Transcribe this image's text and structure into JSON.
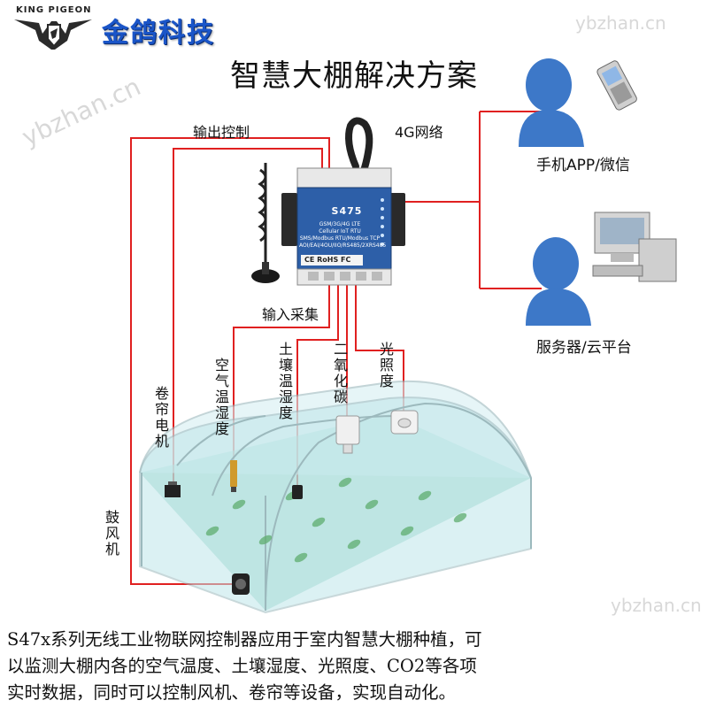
{
  "logo": {
    "brand_en": "KING PIGEON",
    "brand_cn": "金鸽科技"
  },
  "watermarks": {
    "top_right": "ybzhan.cn",
    "left": "ybzhan.cn",
    "bottom_right": "ybzhan.cn"
  },
  "title": "智慧大棚解决方案",
  "labels": {
    "output_control": "输出控制",
    "network": "4G网络",
    "input_collect": "输入采集",
    "mobile": "手机APP/微信",
    "server": "服务器/云平台",
    "air": "空气温湿度",
    "soil": "土壤温湿度",
    "co2": "二氧化碳",
    "light": "光照度",
    "curtain_motor": "卷帘电机",
    "fan": "鼓风机"
  },
  "device": {
    "model": "S475",
    "line1": "GSM/3G/4G LTE",
    "line2": "Cellular IoT RTU",
    "line3": "SMS/Modbus RTU/Modbus TCP",
    "line4": "AOI/EAI/4OU/IIO/RS485/2XRS485",
    "cert": "CE RoHS FC"
  },
  "description": [
    "S47x系列无线工业物联网控制器应用于室内智慧大棚种植，可",
    "以监测大棚内各的空气温度、土壤湿度、光照度、CO2等各项",
    "实时数据，同时可以控制风机、卷帘等设备，实现自动化。"
  ],
  "colors": {
    "wire": "#e02020",
    "brand": "#1a55c8",
    "device": "#2d5fa8",
    "person": "#3d78c8",
    "greenhouse_glass": "#bfe6ea"
  }
}
